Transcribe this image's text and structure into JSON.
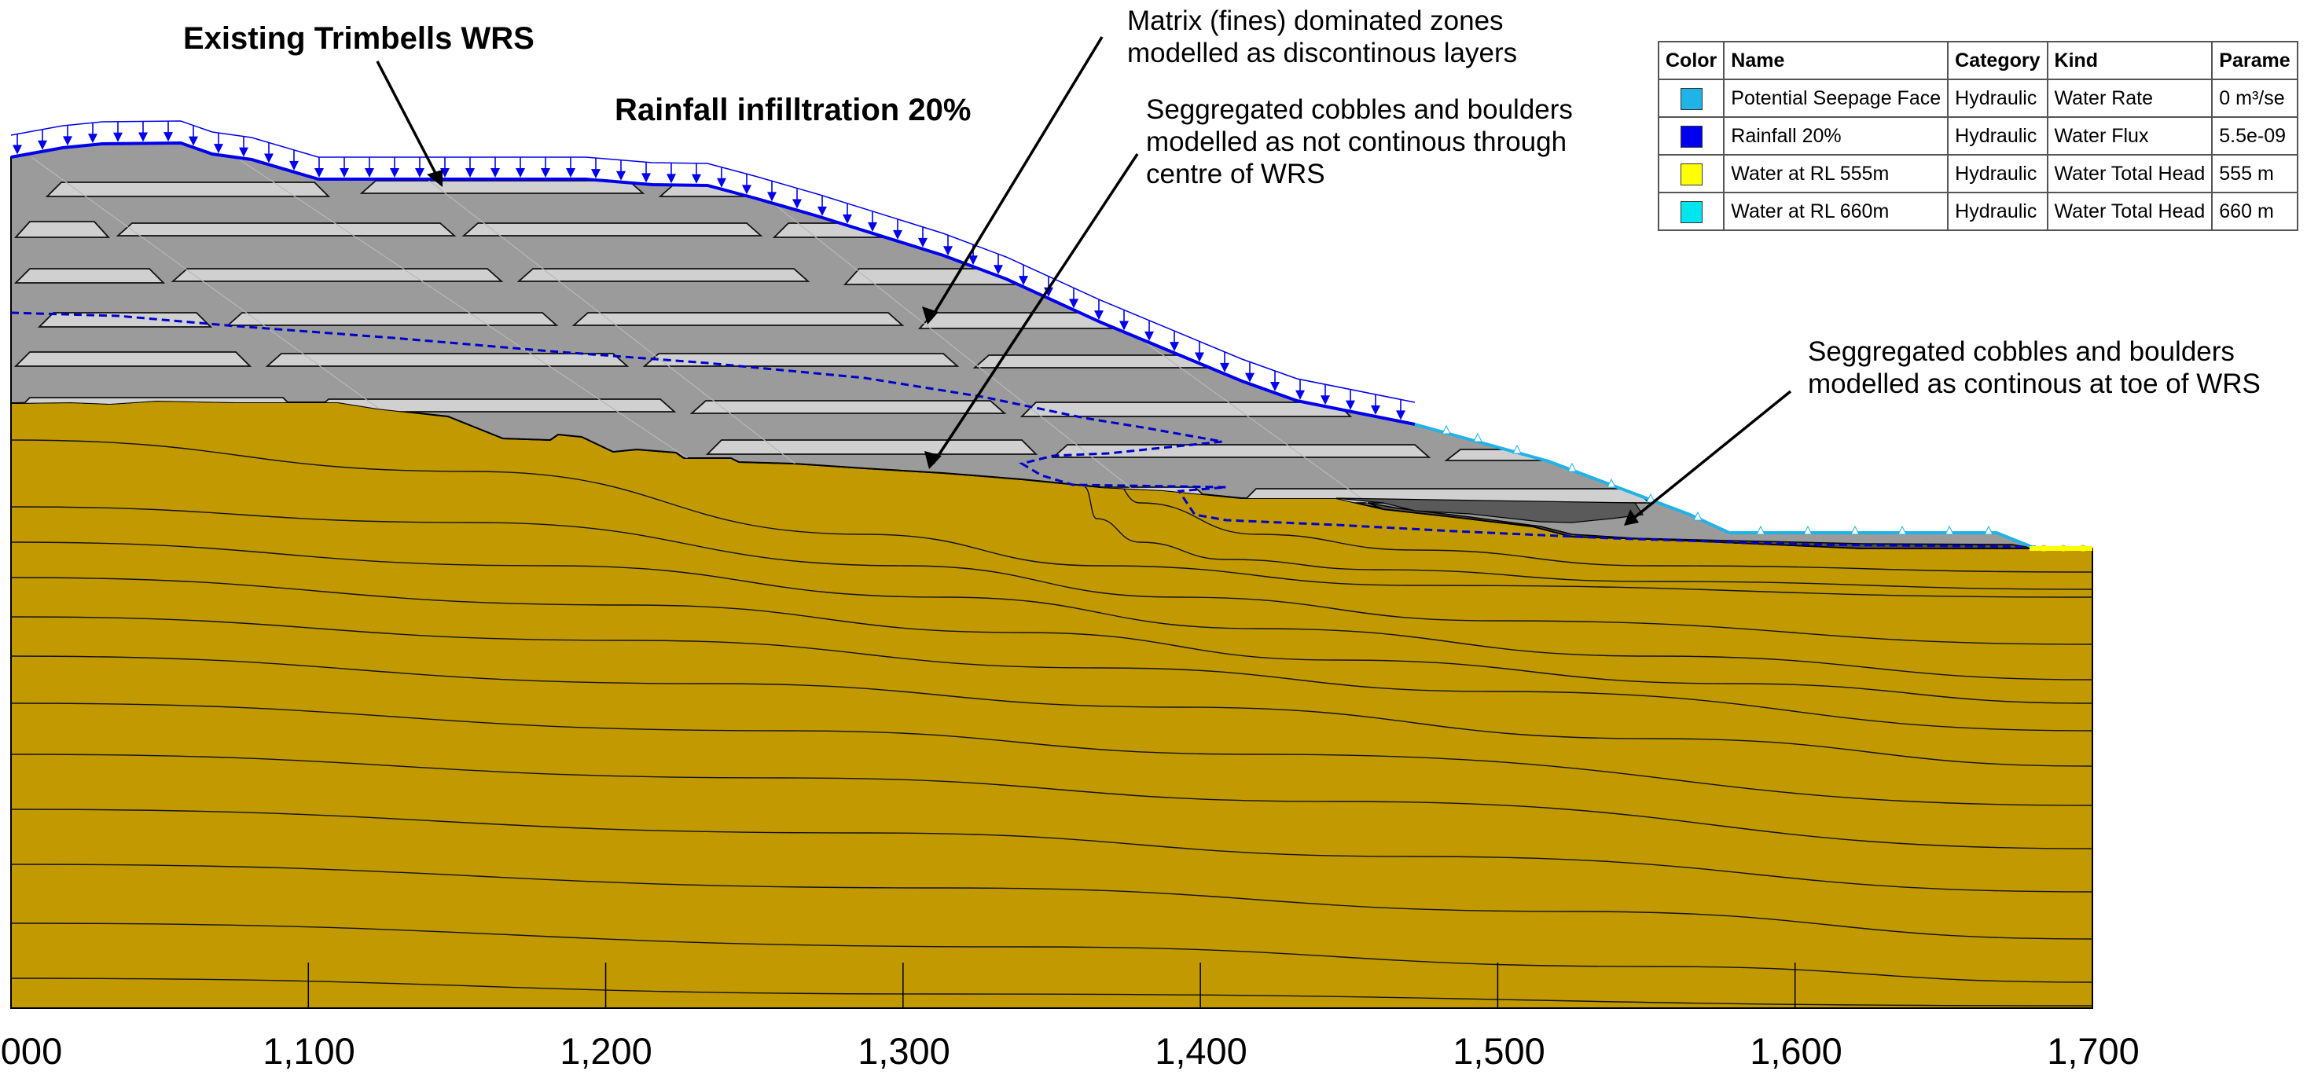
{
  "annotations": {
    "wrs_title": "Existing Trimbells WRS",
    "rainfall_title": "Rainfall infilltration 20%",
    "matrix_note": [
      "Matrix (fines) dominated zones",
      "modelled as discontinous layers"
    ],
    "centre_note": [
      "Seggregated cobbles and boulders",
      "modelled as not continous through",
      "centre of WRS"
    ],
    "toe_note": [
      "Seggregated cobbles and boulders",
      "modelled as continous at toe of WRS"
    ]
  },
  "x_axis": {
    "tick_labels": [
      "000",
      "1,100",
      "1,200",
      "1,300",
      "1,400",
      "1,500",
      "1,600",
      "1,700"
    ],
    "tick_values": [
      1000,
      1100,
      1200,
      1300,
      1400,
      1500,
      1600,
      1700
    ]
  },
  "legend": {
    "headers": [
      "Color",
      "Name",
      "Category",
      "Kind",
      "Parame"
    ],
    "rows": [
      {
        "color": "#1fb3e8",
        "name": "Potential Seepage Face",
        "category": "Hydraulic",
        "kind": "Water Rate",
        "parameter": "0 m³/se"
      },
      {
        "color": "#0000ee",
        "name": "Rainfall 20%",
        "category": "Hydraulic",
        "kind": "Water Flux",
        "parameter": "5.5e-09"
      },
      {
        "color": "#ffff00",
        "name": "Water at RL 555m",
        "category": "Hydraulic",
        "kind": "Water Total Head",
        "parameter": "555 m"
      },
      {
        "color": "#00e5ee",
        "name": "Water at RL 660m",
        "category": "Hydraulic",
        "kind": "Water Total Head",
        "parameter": "660 m"
      }
    ]
  },
  "colors": {
    "foundation": "#c29a00",
    "waste_rock": "#9b9b9b",
    "matrix_layer": "#d0d0d0",
    "boulder_zone": "#646464",
    "rainfall": "#0000ee",
    "seepage_face": "#1fb3e8",
    "water_555": "#ffff00",
    "phreatic_line": "#0000cc"
  }
}
